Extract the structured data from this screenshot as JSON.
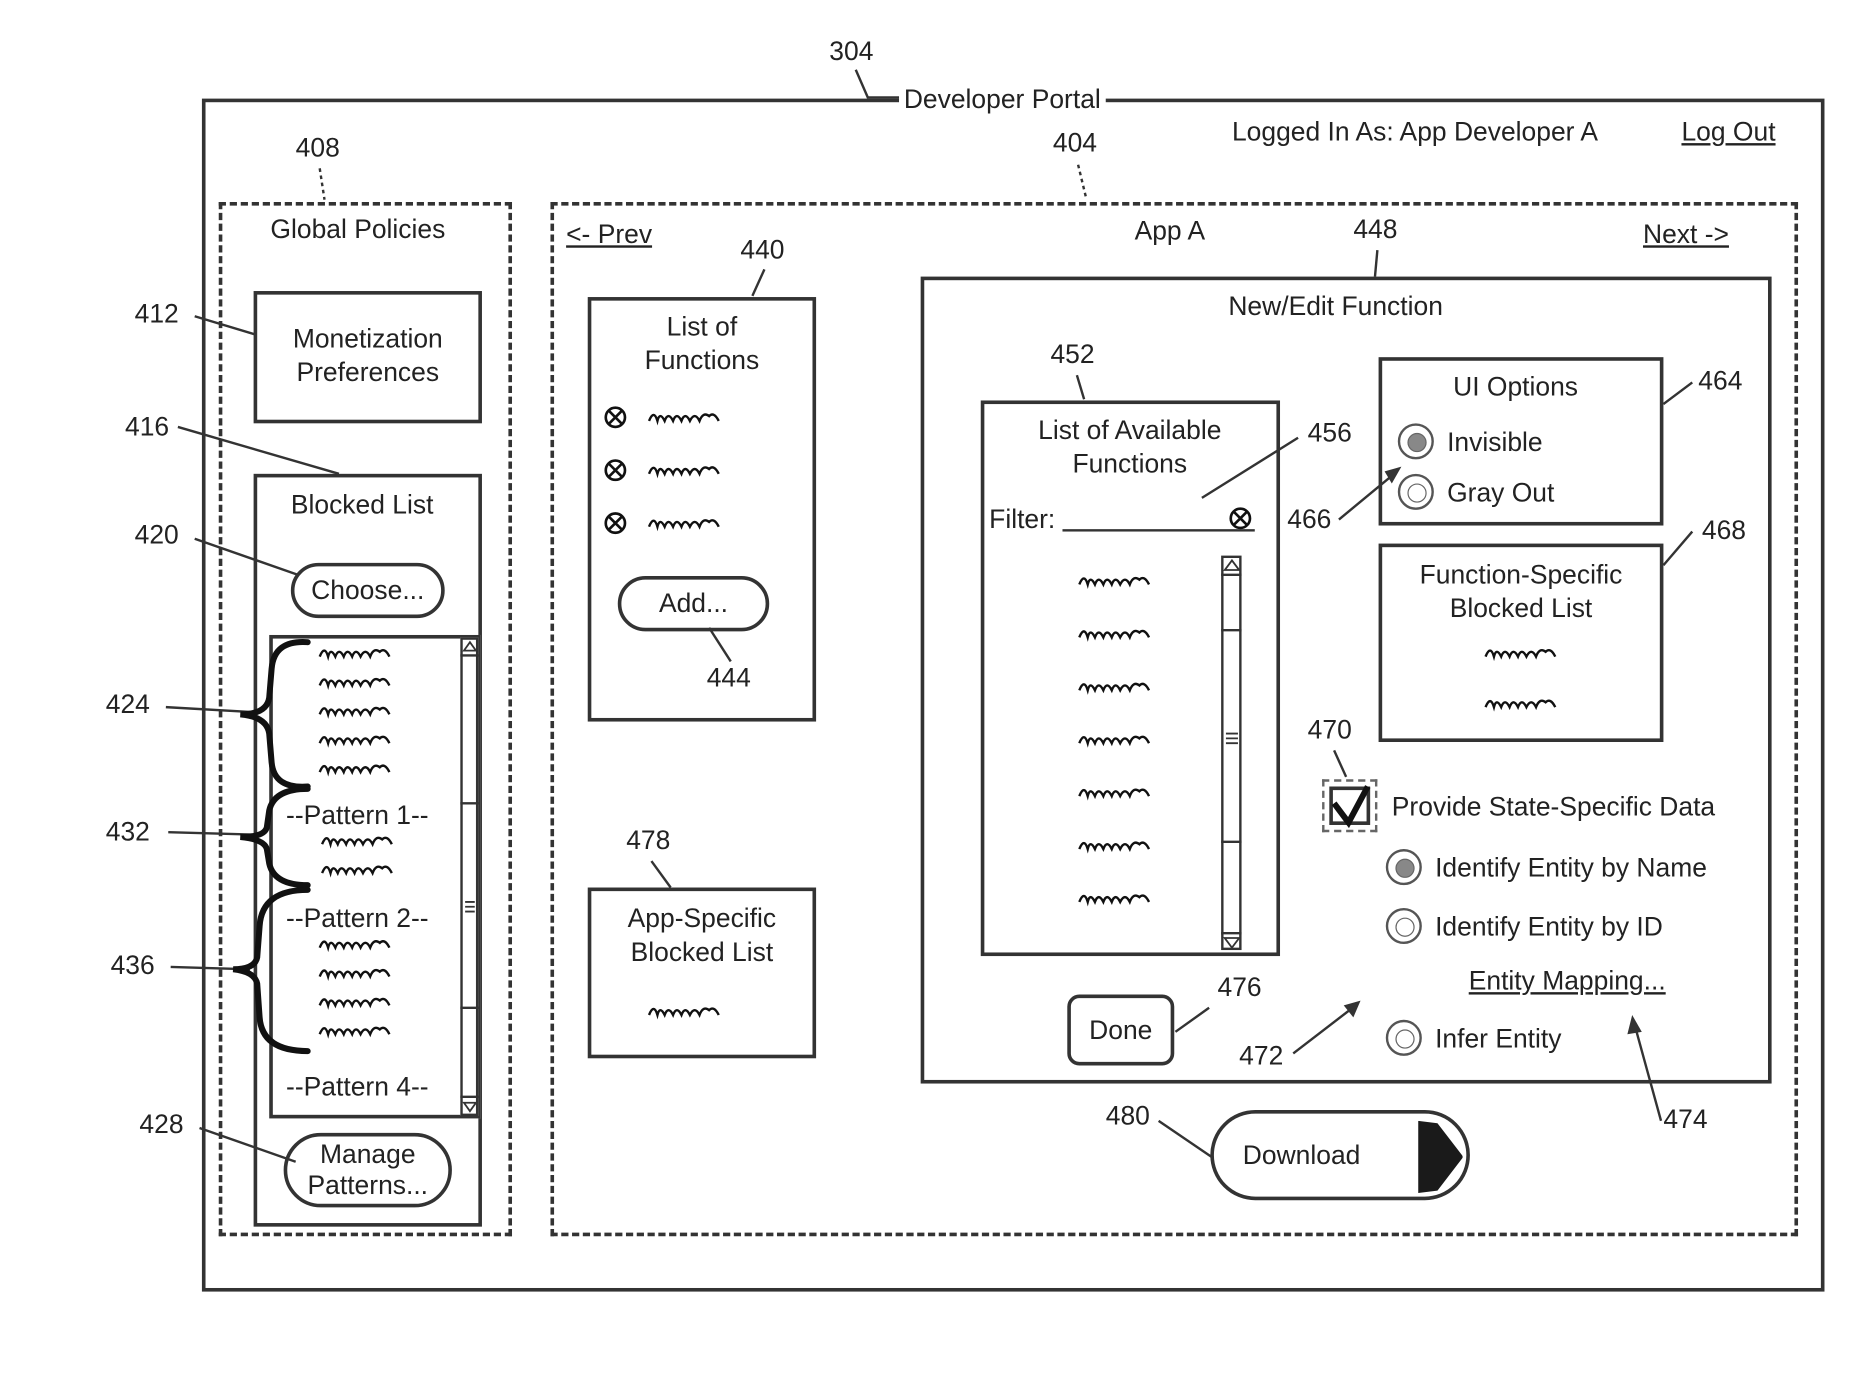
{
  "portal": {
    "ref": "304",
    "title": "Developer Portal",
    "logged_in": "Logged In As: App Developer A",
    "logout": "Log Out"
  },
  "global_policies": {
    "ref": "408",
    "title": "Global Policies",
    "monetization": {
      "ref": "412",
      "label": "Monetization Preferences"
    },
    "blocked_list": {
      "ref": "416",
      "title": "Blocked List",
      "choose": {
        "ref": "420",
        "label": "Choose..."
      },
      "group_refs": [
        "424",
        "432",
        "436"
      ],
      "patterns": [
        "--Pattern 1--",
        "--Pattern 2--",
        "--Pattern 4--"
      ],
      "manage": {
        "ref": "428",
        "label": "Manage Patterns..."
      }
    }
  },
  "app": {
    "ref": "404",
    "prev": "<- Prev",
    "title": "App A",
    "next": "Next ->",
    "list_of_functions": {
      "ref": "440",
      "title": "List of Functions",
      "add": {
        "ref": "444",
        "label": "Add..."
      }
    },
    "app_blocked": {
      "ref": "478",
      "title": "App-Specific Blocked List"
    },
    "download": {
      "ref": "480",
      "label": "Download"
    }
  },
  "new_edit": {
    "ref": "448",
    "title": "New/Edit Function",
    "available": {
      "ref": "452",
      "title": "List of Available Functions",
      "filter_ref": "456",
      "filter_label": "Filter:"
    },
    "ui_options": {
      "ref": "464",
      "title": "UI Options",
      "radio_ref": "466",
      "invisible": "Invisible",
      "gray_out": "Gray Out"
    },
    "function_blocked": {
      "ref": "468",
      "title": "Function-Specific Blocked List"
    },
    "state_specific": {
      "ref": "470",
      "label": "Provide State-Specific Data"
    },
    "identify_name": "Identify Entity by Name",
    "identify_id": "Identify Entity by ID",
    "entity_mapping": {
      "ref": "474",
      "label": "Entity Mapping..."
    },
    "infer": {
      "ref": "472",
      "label": "Infer Entity"
    },
    "done": {
      "ref": "476",
      "label": "Done"
    }
  }
}
